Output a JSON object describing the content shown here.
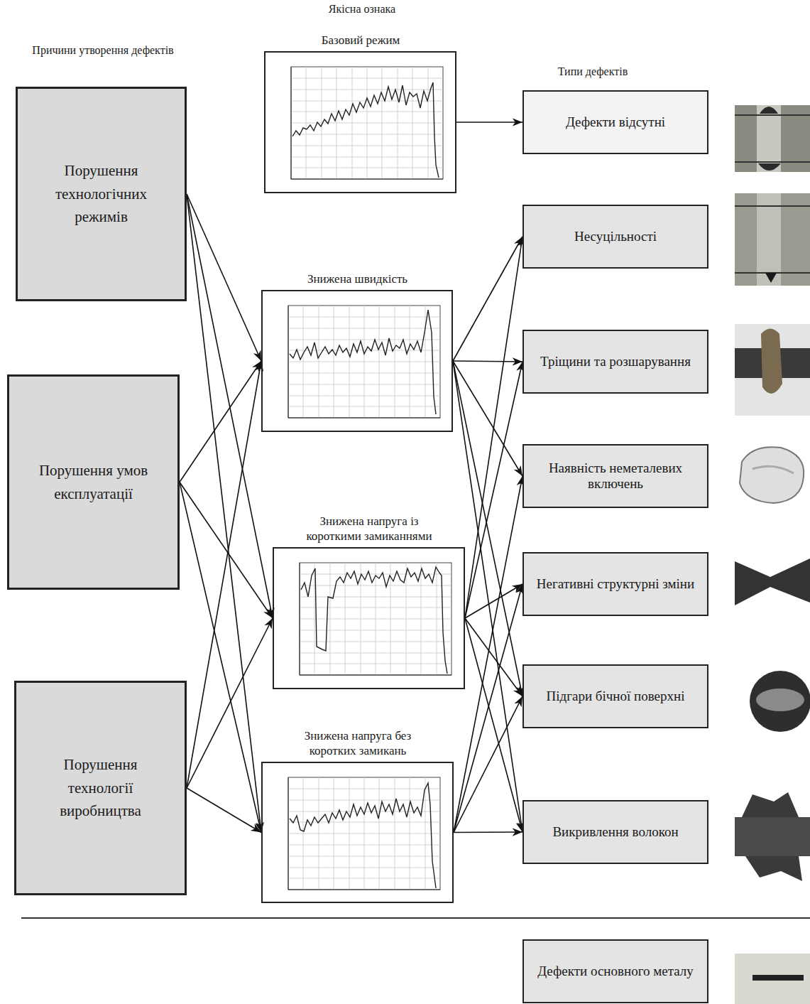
{
  "diagram": {
    "nodes": [
      {
        "text": [
          "Порушення технологічних режимів"
        ]
      },
      {
        "text": [
          "Порушення умов експлуатації"
        ]
      },
      {
        "text": [
          "Порушення технології виробництва"
        ]
      },
      {
        "text": [
          "Базовий режим"
        ]
      },
      {
        "text": [
          "Знижена швидкість"
        ]
      },
      {
        "text": [
          "Знижена напруга із короткими замиканнями"
        ]
      },
      {
        "text": [
          "Знижена напруга без коротких замикань"
        ]
      },
      {
        "text": [
          "Дефекти відсутні"
        ]
      },
      {
        "text": [
          "Несуцільності"
        ]
      },
      {
        "text": [
          "Тріщини та розшарування"
        ]
      },
      {
        "text": [
          "Наявність неметалевих включень"
        ]
      },
      {
        "text": [
          "Негативні структурні зміни"
        ]
      },
      {
        "text": [
          "Підгари бічної поверхні"
        ]
      },
      {
        "text": [
          "Викривлення волокон"
        ]
      },
      {
        "text": [
          "Дефекти основного металу"
        ]
      }
    ],
    "edges": [
      {
        "from": 0,
        "to": 4,
        "arrow": "to"
      },
      {
        "from": 0,
        "to": 5,
        "arrow": "to"
      },
      {
        "from": 0,
        "to": 6,
        "arrow": "to"
      },
      {
        "from": 1,
        "to": 4,
        "arrow": "to"
      },
      {
        "from": 1,
        "to": 5,
        "arrow": "to"
      },
      {
        "from": 1,
        "to": 6,
        "arrow": "to"
      },
      {
        "from": 2,
        "to": 4,
        "arrow": "to"
      },
      {
        "from": 2,
        "to": 5,
        "arrow": "to"
      },
      {
        "from": 2,
        "to": 6,
        "arrow": "to"
      },
      {
        "from": 3,
        "to": 7,
        "arrow": "to"
      },
      {
        "from": 4,
        "to": 8,
        "arrow": "to"
      },
      {
        "from": 4,
        "to": 9,
        "arrow": "to"
      },
      {
        "from": 4,
        "to": 10,
        "arrow": "to"
      },
      {
        "from": 4,
        "to": 12,
        "arrow": "to"
      },
      {
        "from": 4,
        "to": 13,
        "arrow": "to"
      },
      {
        "from": 5,
        "to": 8,
        "arrow": "to"
      },
      {
        "from": 5,
        "to": 9,
        "arrow": "to"
      },
      {
        "from": 5,
        "to": 11,
        "arrow": "to"
      },
      {
        "from": 5,
        "to": 12,
        "arrow": "to"
      },
      {
        "from": 5,
        "to": 13,
        "arrow": "to"
      },
      {
        "from": 6,
        "to": 10,
        "arrow": "to"
      },
      {
        "from": 6,
        "to": 11,
        "arrow": "to"
      },
      {
        "from": 6,
        "to": 12,
        "arrow": "to"
      },
      {
        "from": 6,
        "to": 13,
        "arrow": "to"
      }
    ],
    "labels": [
      "Якісна ознака",
      "Причини утворення дефектів",
      "Типи дефектів"
    ]
  }
}
